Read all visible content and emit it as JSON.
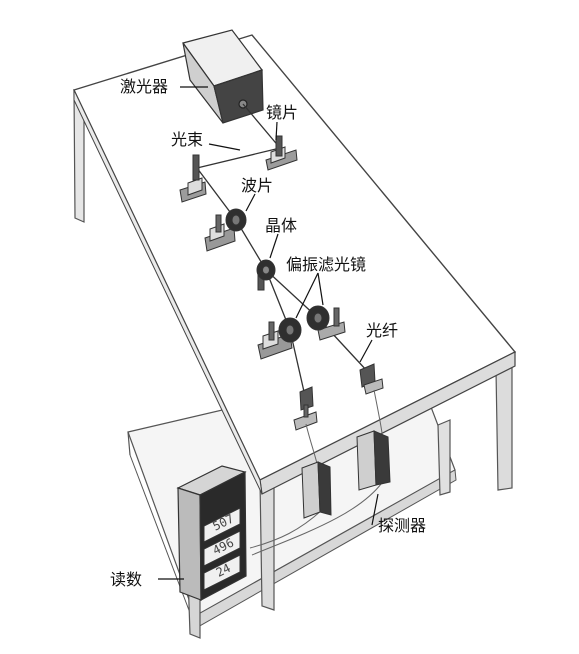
{
  "labels": {
    "laser": "激光器",
    "mirror": "镜片",
    "beam": "光束",
    "waveplate": "波片",
    "crystal": "晶体",
    "polarizer": "偏振滤光镜",
    "fiber": "光纤",
    "detector": "探测器",
    "readout": "读数"
  },
  "readout": {
    "values": [
      "507",
      "496",
      "24"
    ]
  }
}
